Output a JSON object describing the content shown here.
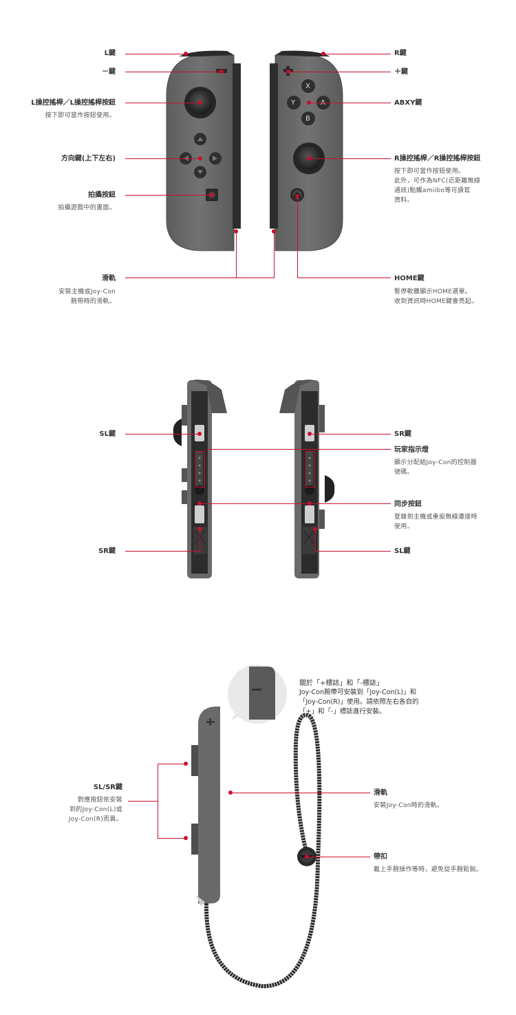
{
  "section1": {
    "left": [
      {
        "label": "L鍵",
        "desc": []
      },
      {
        "label": "－鍵",
        "desc": []
      },
      {
        "label": "L操控搖桿／L操控搖桿按鈕",
        "desc": [
          "按下即可當作按鈕使用。"
        ]
      },
      {
        "label": "方向鍵(上下左右)",
        "desc": []
      },
      {
        "label": "拍攝按鈕",
        "desc": [
          "拍攝遊戲中的畫面。"
        ]
      },
      {
        "label": "滑軌",
        "desc": [
          "安裝主機或Joy-Con",
          "腕帶時的滑軌。"
        ]
      }
    ],
    "right": [
      {
        "label": "R鍵",
        "desc": []
      },
      {
        "label": "＋鍵",
        "desc": []
      },
      {
        "label": "ABXY鍵",
        "desc": []
      },
      {
        "label": "R操控搖桿／R操控搖桿按鈕",
        "desc": [
          "按下即可當作按鈕使用。",
          "此外，可作為NFC(近距離無線",
          "通訊)點觸amiibo等可讀寫",
          "資料。"
        ]
      },
      {
        "label": "HOME鍵",
        "desc": [
          "暫停軟體顯示HOME選單。",
          "收到資訊時HOME鍵會亮起。"
        ]
      }
    ],
    "buttons": {
      "x": "X",
      "y": "Y",
      "a": "A",
      "b": "B"
    }
  },
  "section2": {
    "left": [
      {
        "label": "SL鍵",
        "desc": []
      },
      {
        "label": "SR鍵",
        "desc": []
      }
    ],
    "right": [
      {
        "label": "SR鍵",
        "desc": []
      },
      {
        "label": "玩家指示燈",
        "desc": [
          "顯示分配給Joy-Con的控制器",
          "號碼。"
        ]
      },
      {
        "label": "同步按鈕",
        "desc": [
          "登錄到主機或重設無線連接時",
          "使用。"
        ]
      },
      {
        "label": "SL鍵",
        "desc": []
      }
    ]
  },
  "section3": {
    "note": {
      "title": "關於「+標誌」和「-標誌」",
      "body": [
        "Joy-Con腕帶可安裝到「Joy-Con(L)」和",
        "「Joy-Con(R)」使用。請依照左右各自的",
        "「+」和「-」標誌進行安裝。"
      ]
    },
    "left": {
      "label": "SL/SR鍵",
      "desc": [
        "對應按鈕依安裝",
        "到的Joy-Con(L)或",
        "Joy-Con(R)而異。"
      ]
    },
    "right": [
      {
        "label": "滑軌",
        "desc": [
          "安裝Joy-Con時的滑軌。"
        ]
      },
      {
        "label": "帶扣",
        "desc": [
          "戴上手腕操作等時，避免從手腕鬆脫。"
        ]
      }
    ]
  },
  "colors": {
    "accent": "#c8102e",
    "controller": "#6b6b6b",
    "dark": "#2b2b2b"
  }
}
